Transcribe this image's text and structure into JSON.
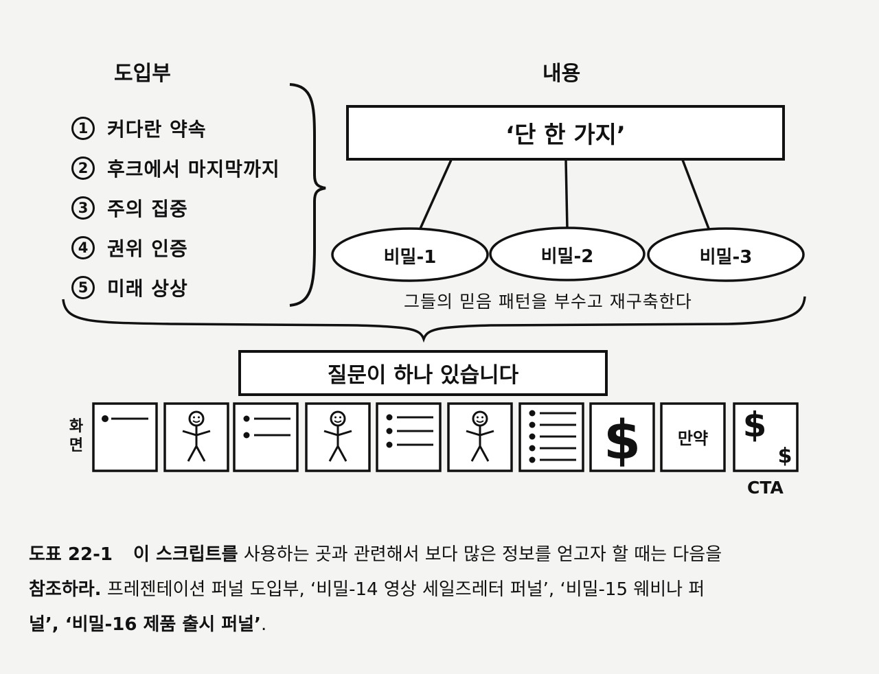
{
  "intro": {
    "heading": "도입부",
    "items": [
      {
        "num": "1",
        "label": "커다란 약속"
      },
      {
        "num": "2",
        "label": "후크에서 마지막까지"
      },
      {
        "num": "3",
        "label": "주의 집중"
      },
      {
        "num": "4",
        "label": "권위 인증"
      },
      {
        "num": "5",
        "label": "미래 상상"
      }
    ]
  },
  "content": {
    "heading": "내용",
    "one_thing": "‘단 한 가지’",
    "secrets": [
      "비밀-1",
      "비밀-2",
      "비밀-3"
    ],
    "note": "그들의 믿음 패턴을 부수고 재구축한다"
  },
  "question": "질문이 하나 있습니다",
  "side_label": "화면",
  "slides": [
    {
      "kind": "line"
    },
    {
      "kind": "person"
    },
    {
      "kind": "bullets2"
    },
    {
      "kind": "person"
    },
    {
      "kind": "bullets3"
    },
    {
      "kind": "person"
    },
    {
      "kind": "bullets5"
    },
    {
      "kind": "dollar"
    },
    {
      "kind": "text",
      "text": "만약"
    },
    {
      "kind": "dollar-cta"
    }
  ],
  "cta_label": "CTA",
  "caption": {
    "figure_label": "도표 22-1",
    "line1_bold": "이 스크립트를",
    "line1_rest": "사용하는 곳과 관련해서 보다 많은 정보를 얻고자 할 때는 다음을",
    "line2_bold": "참조하라.",
    "line2_rest": "프레젠테이션 퍼널 도입부, ‘비밀-14 영상 세일즈레터 퍼널’, ‘비밀-15 웨비나 퍼",
    "line3_bold": "널’, ‘비밀-16 제품 출시 퍼널’",
    "line3_rest": "."
  }
}
